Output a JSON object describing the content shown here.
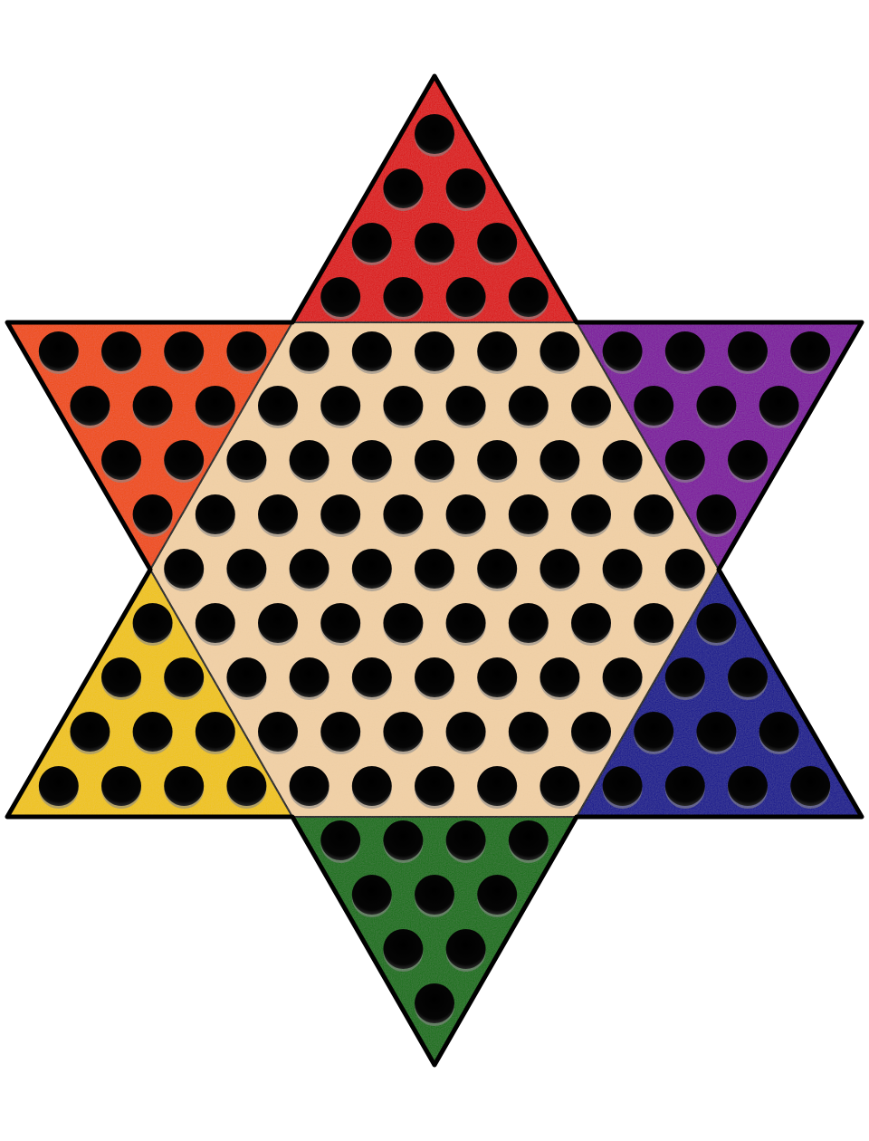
{
  "board": {
    "type": "chinese-checkers",
    "board_color": "#f3d1a6",
    "outline_color": "#000000",
    "hole_color": "#000000",
    "total_holes": 121,
    "regions": [
      {
        "name": "top-point",
        "color": "#dd0a0a",
        "holes": 10
      },
      {
        "name": "upper-left-point",
        "color": "#f04c0a",
        "holes": 10
      },
      {
        "name": "upper-right-point",
        "color": "#7d0a9e",
        "holes": 10
      },
      {
        "name": "lower-left-point",
        "color": "#f1c40a",
        "holes": 10
      },
      {
        "name": "lower-right-point",
        "color": "#0a0a8e",
        "holes": 10
      },
      {
        "name": "bottom-point",
        "color": "#0f700f",
        "holes": 10
      },
      {
        "name": "center-hexagon",
        "color": "#f3d1a6",
        "holes": 61
      }
    ]
  }
}
